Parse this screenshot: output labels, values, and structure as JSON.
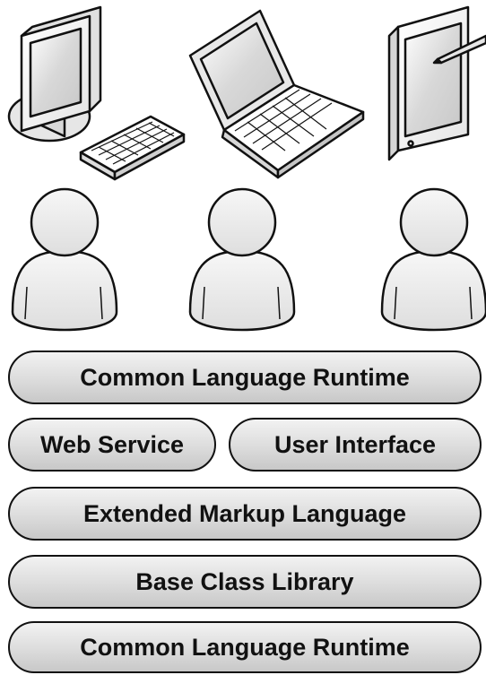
{
  "layers": {
    "row1": "Common Language Runtime",
    "row2_left": "Web Service",
    "row2_right": "User Interface",
    "row3": "Extended Markup Language",
    "row4": "Base Class Library",
    "row5": "Common Language Runtime"
  },
  "icons": {
    "devices": [
      "desktop-computer-icon",
      "keyboard-icon",
      "laptop-icon",
      "tablet-with-stylus-icon"
    ],
    "users": [
      "user-icon",
      "user-icon",
      "user-icon"
    ]
  },
  "colors": {
    "outline": "#111111",
    "layer_fill_top": "#f2f2f2",
    "layer_fill_bottom": "#c8c8c8",
    "screen_fill": "#d8d8d8"
  }
}
